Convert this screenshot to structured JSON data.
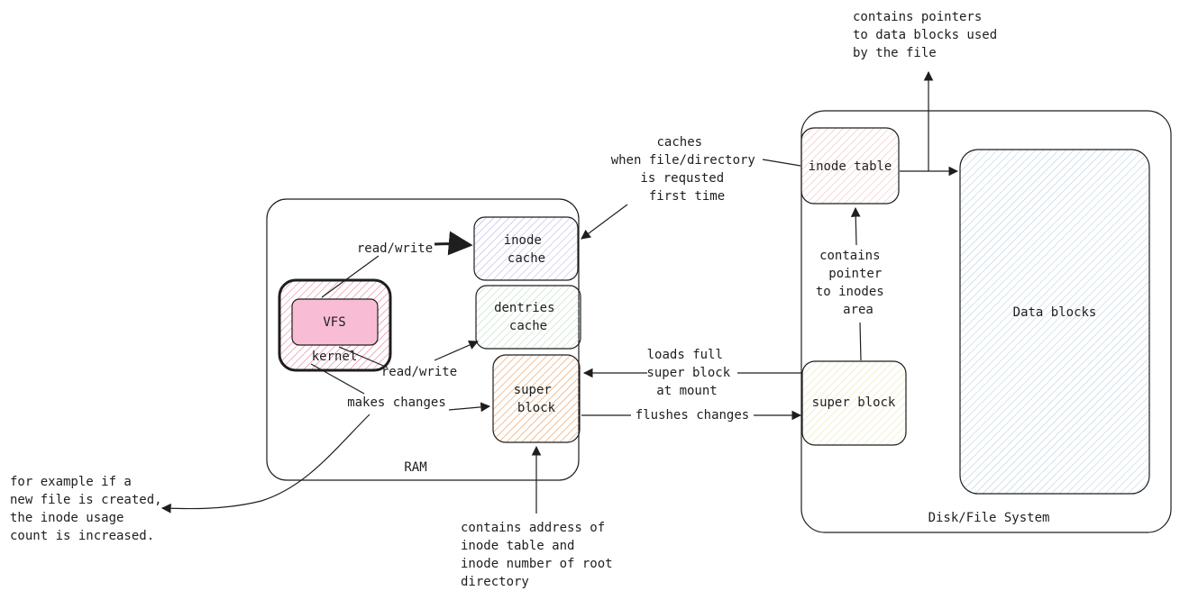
{
  "containers": {
    "ram": "RAM",
    "disk": "Disk/File System",
    "kernel": "kernel"
  },
  "nodes": {
    "vfs": "VFS",
    "inode_cache": [
      "inode",
      "cache"
    ],
    "dentries_cache": [
      "dentries",
      "cache"
    ],
    "super_block_ram": [
      "super",
      "block"
    ],
    "inode_table": "inode table",
    "super_block_disk": "super block",
    "data_blocks": "Data blocks"
  },
  "edge_labels": {
    "read_write_1": "read/write",
    "read_write_2": "read/write",
    "makes_changes": "makes changes",
    "loads_full": [
      "loads full",
      "super block",
      "at mount"
    ],
    "flushes_changes": "flushes changes",
    "contains_pointer": [
      "contains",
      "pointer",
      "to inodes",
      "area"
    ]
  },
  "annotations": {
    "caches_note": [
      "caches",
      "when file/directory",
      "is requsted",
      "first time"
    ],
    "pointers_note": [
      "contains pointers",
      "to data blocks used",
      "by the file"
    ],
    "example_note": [
      "for example if a",
      "new file is created,",
      "the inode usage",
      "count is increased."
    ],
    "address_note": [
      "contains address of",
      "inode table and",
      "inode number of root",
      "directory"
    ]
  },
  "colors": {
    "vfs_fill": "#f9bcd5",
    "vfs_hatch": "#e06a8d",
    "inode_cache_hatch": "#b7a6e0",
    "dentries_hatch": "#a9d6b4",
    "super_block_ram_hatch": "#e69a5a",
    "inode_table_hatch": "#efb4b4",
    "super_block_disk_hatch": "#e8e2a6",
    "data_blocks_hatch": "#a9cbe0",
    "stroke": "#1e1e1e"
  }
}
